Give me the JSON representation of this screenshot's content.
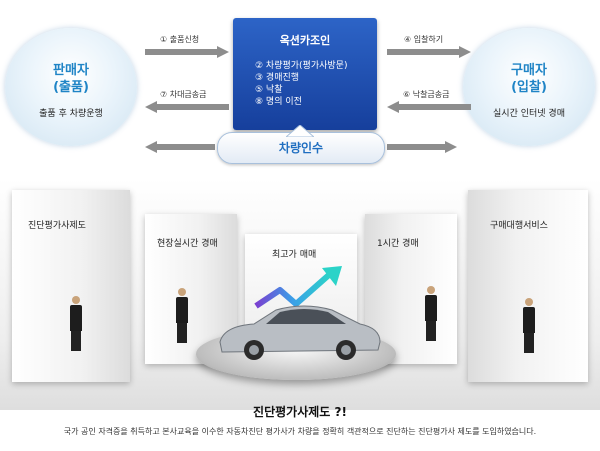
{
  "seller": {
    "title_line1": "판매자",
    "title_line2": "(출품)",
    "desc": "출품 후 차량운행"
  },
  "buyer": {
    "title_line1": "구매자",
    "title_line2": "(입찰)",
    "desc": "실시간 인터넷 경매"
  },
  "center": {
    "title": "옥션카조인",
    "items": [
      "② 차량평가(평가사방문)",
      "③ 경매진행",
      "⑤ 낙찰",
      "⑧ 명의 이전"
    ]
  },
  "pickup": {
    "label": "차량인수"
  },
  "flows": {
    "step1": "① 출품신청",
    "step4": "④ 입찰하기",
    "step7": "⑦ 차대금송금",
    "step6": "⑥ 낙찰금송금"
  },
  "panels": {
    "p1": "진단평가사제도",
    "p2": "현장실시간 경매",
    "p3": "최고가 매매",
    "p4": "1시간 경매",
    "p5": "구매대행서비스"
  },
  "footer": {
    "title": "진단평가사제도 ?!",
    "desc": "국가 공인 자격증을 취득하고 본사교육을 이수한 자동차진단 평가사가 차량을 정확히 객관적으로 진단하는 진단평가사 제도를 도입하였습니다."
  },
  "colors": {
    "accent": "#1f84c6",
    "center_box": "#1f4fb0",
    "arrow": "#8d8d8d"
  }
}
